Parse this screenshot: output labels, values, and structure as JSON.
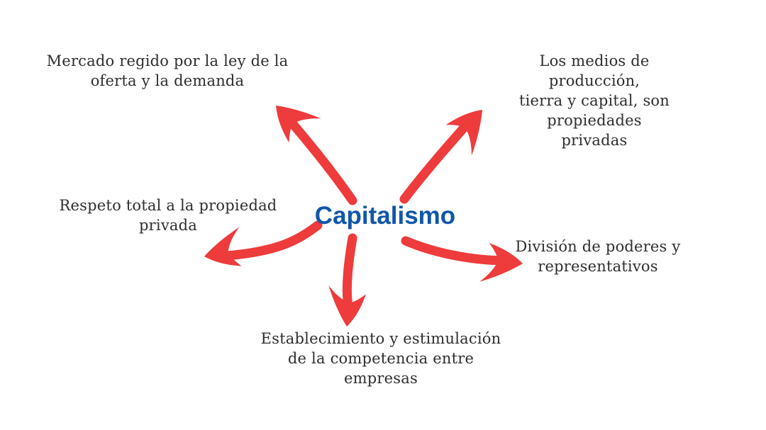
{
  "diagram": {
    "title": "Capitalismo",
    "nodes": [
      {
        "id": "top-left",
        "text": "Mercado regido por la ley de la\noferta y la demanda"
      },
      {
        "id": "top-right",
        "text": "Los medios de producción,\ntierra y capital, son propiedades\nprivadas"
      },
      {
        "id": "left",
        "text": "Respeto total a la propiedad\nprivada"
      },
      {
        "id": "right",
        "text": "División de poderes y\nrepresentativos"
      },
      {
        "id": "bottom",
        "text": "Establecimiento y estimulación\nde la competencia entre\nempresas"
      }
    ],
    "arrows": [
      {
        "id": "arrow-top-left",
        "from": "center",
        "to": "top-left"
      },
      {
        "id": "arrow-top-right",
        "from": "center",
        "to": "top-right"
      },
      {
        "id": "arrow-left",
        "from": "center",
        "to": "left"
      },
      {
        "id": "arrow-right",
        "from": "center",
        "to": "right"
      },
      {
        "id": "arrow-down",
        "from": "center",
        "to": "bottom"
      }
    ],
    "colors": {
      "background": "#ffffff",
      "arrow_red": "#ee3b3c",
      "title_blue": "#1057a8",
      "label_text": "#2e2e2e"
    }
  }
}
